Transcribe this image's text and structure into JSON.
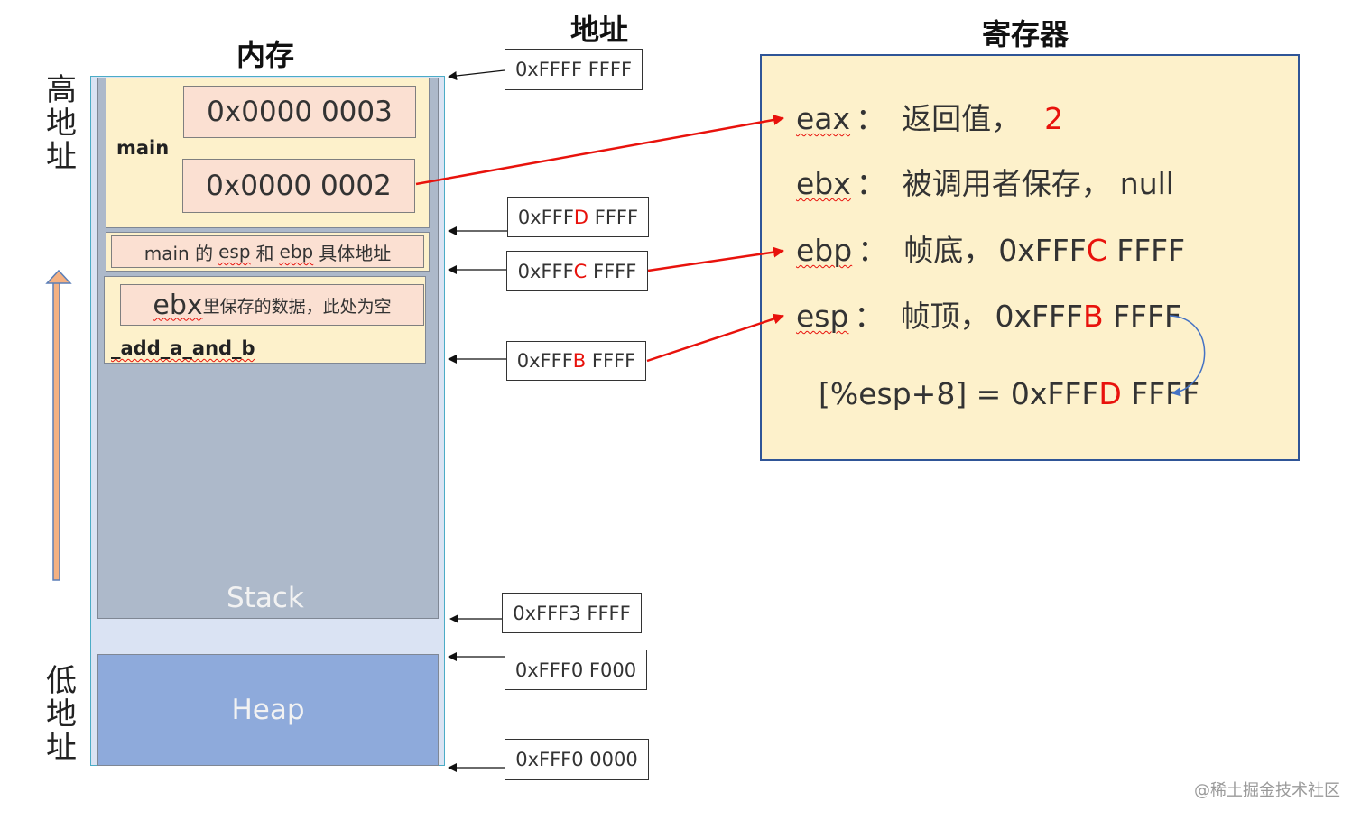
{
  "headings": {
    "memory": "内存",
    "address": "地址",
    "registers": "寄存器"
  },
  "side_labels": {
    "high": "高地址",
    "low": "低地址"
  },
  "memory": {
    "main_label": "main",
    "value_1": "0x0000 0003",
    "value_2": "0x0000 0002",
    "esp_ebp_note": {
      "w1": "main 的",
      "w2": "esp",
      "w3": "和",
      "w4": "ebp",
      "w5": "具体地址"
    },
    "ebx_note_prefix": "ebx",
    "ebx_note_rest": "里保存的数据，此处为空",
    "func_label": "_add_a_and_b",
    "stack_label": "Stack",
    "heap_label": "Heap"
  },
  "addresses": [
    {
      "prefix": "0xFFFF FFFF",
      "highlight": "",
      "suffix": ""
    },
    {
      "prefix": "0xFFF",
      "highlight": "D",
      "suffix": " FFFF"
    },
    {
      "prefix": "0xFFF",
      "highlight": "C",
      "suffix": " FFFF"
    },
    {
      "prefix": "0xFFF",
      "highlight": "B",
      "suffix": " FFFF"
    },
    {
      "prefix": "0xFFF3 FFFF",
      "highlight": "",
      "suffix": ""
    },
    {
      "prefix": "0xFFF0 F000",
      "highlight": "",
      "suffix": ""
    },
    {
      "prefix": "0xFFF0 0000",
      "highlight": "",
      "suffix": ""
    }
  ],
  "registers": {
    "eax": {
      "name": "eax",
      "sep": "：",
      "desc": "返回值，",
      "value": "2"
    },
    "ebx": {
      "name": "ebx",
      "sep": "：",
      "desc": "被调用者保存，",
      "value": "null"
    },
    "ebp": {
      "name": "ebp",
      "sep": "：",
      "desc": "帧底，",
      "v_prefix": "0xFFF",
      "v_hl": "C",
      "v_suffix": " FFFF"
    },
    "esp": {
      "name": "esp",
      "sep": "：",
      "desc": "帧顶，",
      "v_prefix": "0xFFF",
      "v_hl": "B",
      "v_suffix": " FFFF"
    },
    "esp_offset": {
      "expr": "[%esp+8] = ",
      "v_prefix": "0xFFF",
      "v_hl": "D",
      "v_suffix": " FFFF"
    }
  },
  "watermark": "@稀土掘金技术社区",
  "colors": {
    "stack": "#adb9ca",
    "frame": "#fdf1cb",
    "value_box": "#fbe0d2",
    "heap": "#8eaadb",
    "outer": "#dae3f3",
    "register_panel": "#fdf1cb",
    "arrow_red": "#e8120c",
    "up_arrow": "#f4b183"
  }
}
